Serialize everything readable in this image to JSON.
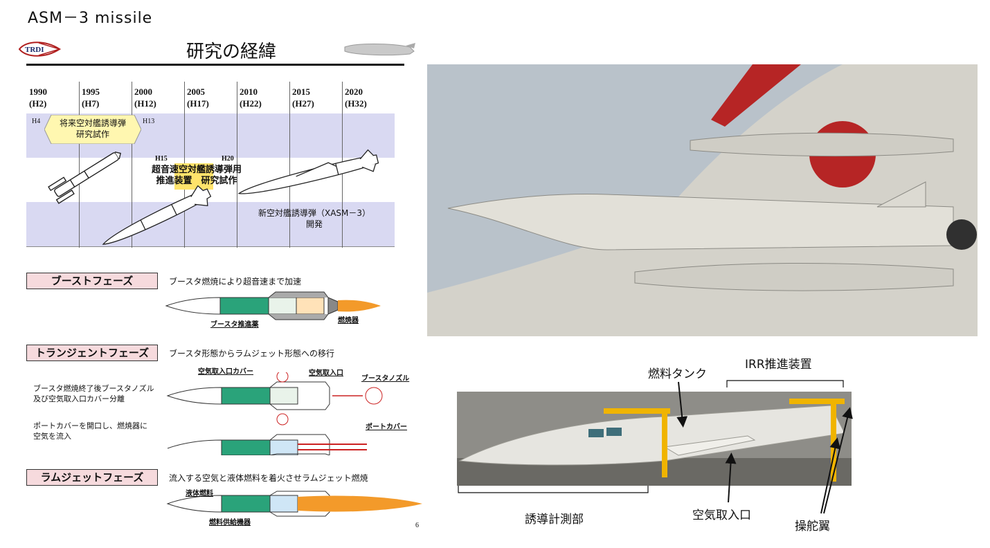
{
  "page": {
    "title": "ASM－3 missile"
  },
  "slide": {
    "logo_text": "TRDI",
    "title": "研究の経緯",
    "page_number": "6",
    "timeline": {
      "years": [
        {
          "year": "1990",
          "era": "(H2)"
        },
        {
          "year": "1995",
          "era": "(H7)"
        },
        {
          "year": "2000",
          "era": "(H12)"
        },
        {
          "year": "2005",
          "era": "(H17)"
        },
        {
          "year": "2010",
          "era": "(H22)"
        },
        {
          "year": "2015",
          "era": "(H27)"
        },
        {
          "year": "2020",
          "era": "(H32)"
        }
      ],
      "notes": {
        "h4": "H4",
        "h13": "H13",
        "h15": "H15",
        "h20": "H20"
      },
      "programs": {
        "p1_line1": "将来空対艦誘導弾",
        "p1_line2": "研究試作",
        "p2_line1": "超音速空対艦誘導弾用",
        "p2_line2": "推進装置　研究試作",
        "p3_line1": "新空対艦誘導弾（XASM－3）",
        "p3_line2": "開発"
      }
    },
    "phases": {
      "boost": {
        "name": "ブーストフェーズ",
        "desc": "ブースタ燃焼により超音速まで加速",
        "callouts": {
          "propellant": "ブースタ推進薬",
          "combustor": "燃焼器"
        }
      },
      "transient": {
        "name": "トランジェントフェーズ",
        "desc": "ブースタ形態からラムジェット形態への移行",
        "note1_line1": "ブースタ燃焼終了後ブースタノズル",
        "note1_line2": "及び空気取入口カバー分離",
        "note2_line1": "ポートカバーを開口し、燃焼器に",
        "note2_line2": "空気を流入",
        "callouts": {
          "inlet_cover": "空気取入口カバー",
          "inlet": "空気取入口",
          "nozzle": "ブースタノズル",
          "port_cover": "ポートカバー"
        }
      },
      "ramjet": {
        "name": "ラムジェットフェーズ",
        "desc": "流入する空気と液体燃料を着火させラムジェット燃焼",
        "callouts": {
          "liquid_fuel": "液体燃料",
          "fuel_supply": "燃料供給機器"
        }
      }
    }
  },
  "photo2": {
    "labels": {
      "fuel_tank": "燃料タンク",
      "irr": "IRR推進装置",
      "guidance": "誘導計測部",
      "inlet": "空気取入口",
      "fins": "操舵翼"
    }
  },
  "colors": {
    "band": "#d9d9f2",
    "phase_box": "#f6dadd",
    "booster_green": "#2aa37a",
    "flame": "#f39a2a",
    "red_arrow": "#cc2222",
    "sky": "#b9c2ca",
    "aircraft_grey": "#d4d2ca",
    "tail_red": "#b62525"
  }
}
